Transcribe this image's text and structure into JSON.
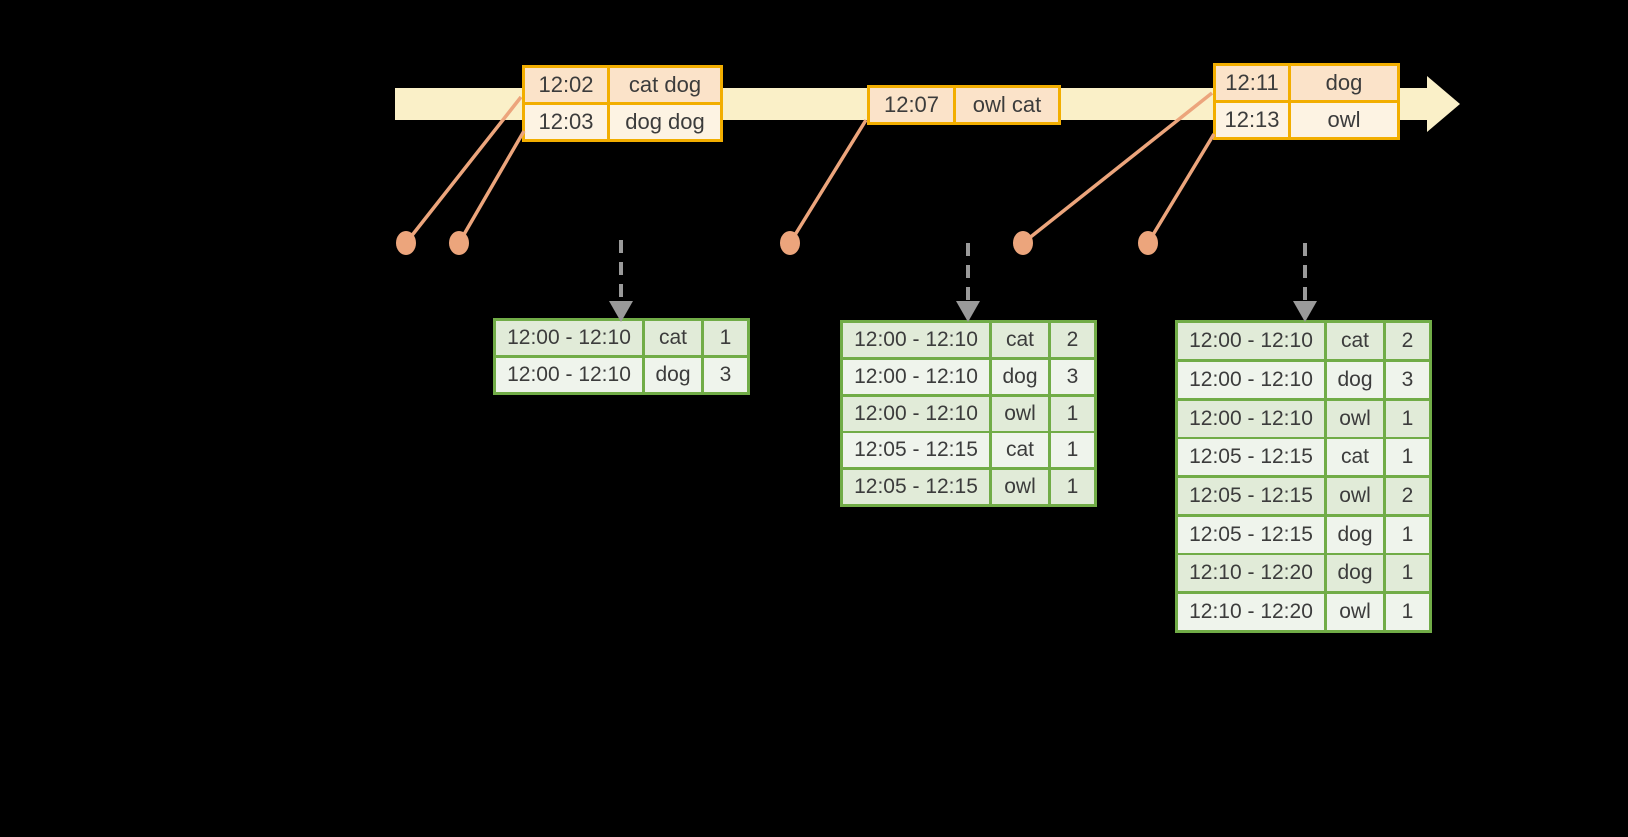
{
  "colors": {
    "canvas-bg": "#000000",
    "band": "#FAF0C8",
    "gold": "#F2AE00",
    "peach-dark": "#FBE3C9",
    "peach-light": "#FDF3E3",
    "salmon": "#ECA57C",
    "arrow-gray": "#9A9A9A",
    "green": "#71AC47",
    "green-row-dark": "#E1EBD8",
    "green-row-light": "#EFF4EC",
    "text": "#3C3C3C"
  },
  "event_tables": [
    {
      "rows": [
        {
          "time": "12:02",
          "words": "cat dog"
        },
        {
          "time": "12:03",
          "words": "dog dog"
        }
      ]
    },
    {
      "rows": [
        {
          "time": "12:07",
          "words": "owl cat"
        }
      ]
    },
    {
      "rows": [
        {
          "time": "12:11",
          "words": "dog"
        },
        {
          "time": "12:13",
          "words": "owl"
        }
      ]
    }
  ],
  "result_tables": [
    {
      "rows": [
        {
          "window": "12:00 - 12:10",
          "word": "cat",
          "count": "1"
        },
        {
          "window": "12:00 - 12:10",
          "word": "dog",
          "count": "3"
        }
      ]
    },
    {
      "rows": [
        {
          "window": "12:00 - 12:10",
          "word": "cat",
          "count": "2"
        },
        {
          "window": "12:00 - 12:10",
          "word": "dog",
          "count": "3"
        },
        {
          "window": "12:00 - 12:10",
          "word": "owl",
          "count": "1"
        },
        {
          "window": "12:05 - 12:15",
          "word": "cat",
          "count": "1"
        },
        {
          "window": "12:05 - 12:15",
          "word": "owl",
          "count": "1"
        }
      ]
    },
    {
      "rows": [
        {
          "window": "12:00 - 12:10",
          "word": "cat",
          "count": "2"
        },
        {
          "window": "12:00 - 12:10",
          "word": "dog",
          "count": "3"
        },
        {
          "window": "12:00 - 12:10",
          "word": "owl",
          "count": "1"
        },
        {
          "window": "12:05 - 12:15",
          "word": "cat",
          "count": "1"
        },
        {
          "window": "12:05 - 12:15",
          "word": "owl",
          "count": "2"
        },
        {
          "window": "12:05 - 12:15",
          "word": "dog",
          "count": "1"
        },
        {
          "window": "12:10 - 12:20",
          "word": "dog",
          "count": "1"
        },
        {
          "window": "12:10 - 12:20",
          "word": "owl",
          "count": "1"
        }
      ]
    }
  ]
}
